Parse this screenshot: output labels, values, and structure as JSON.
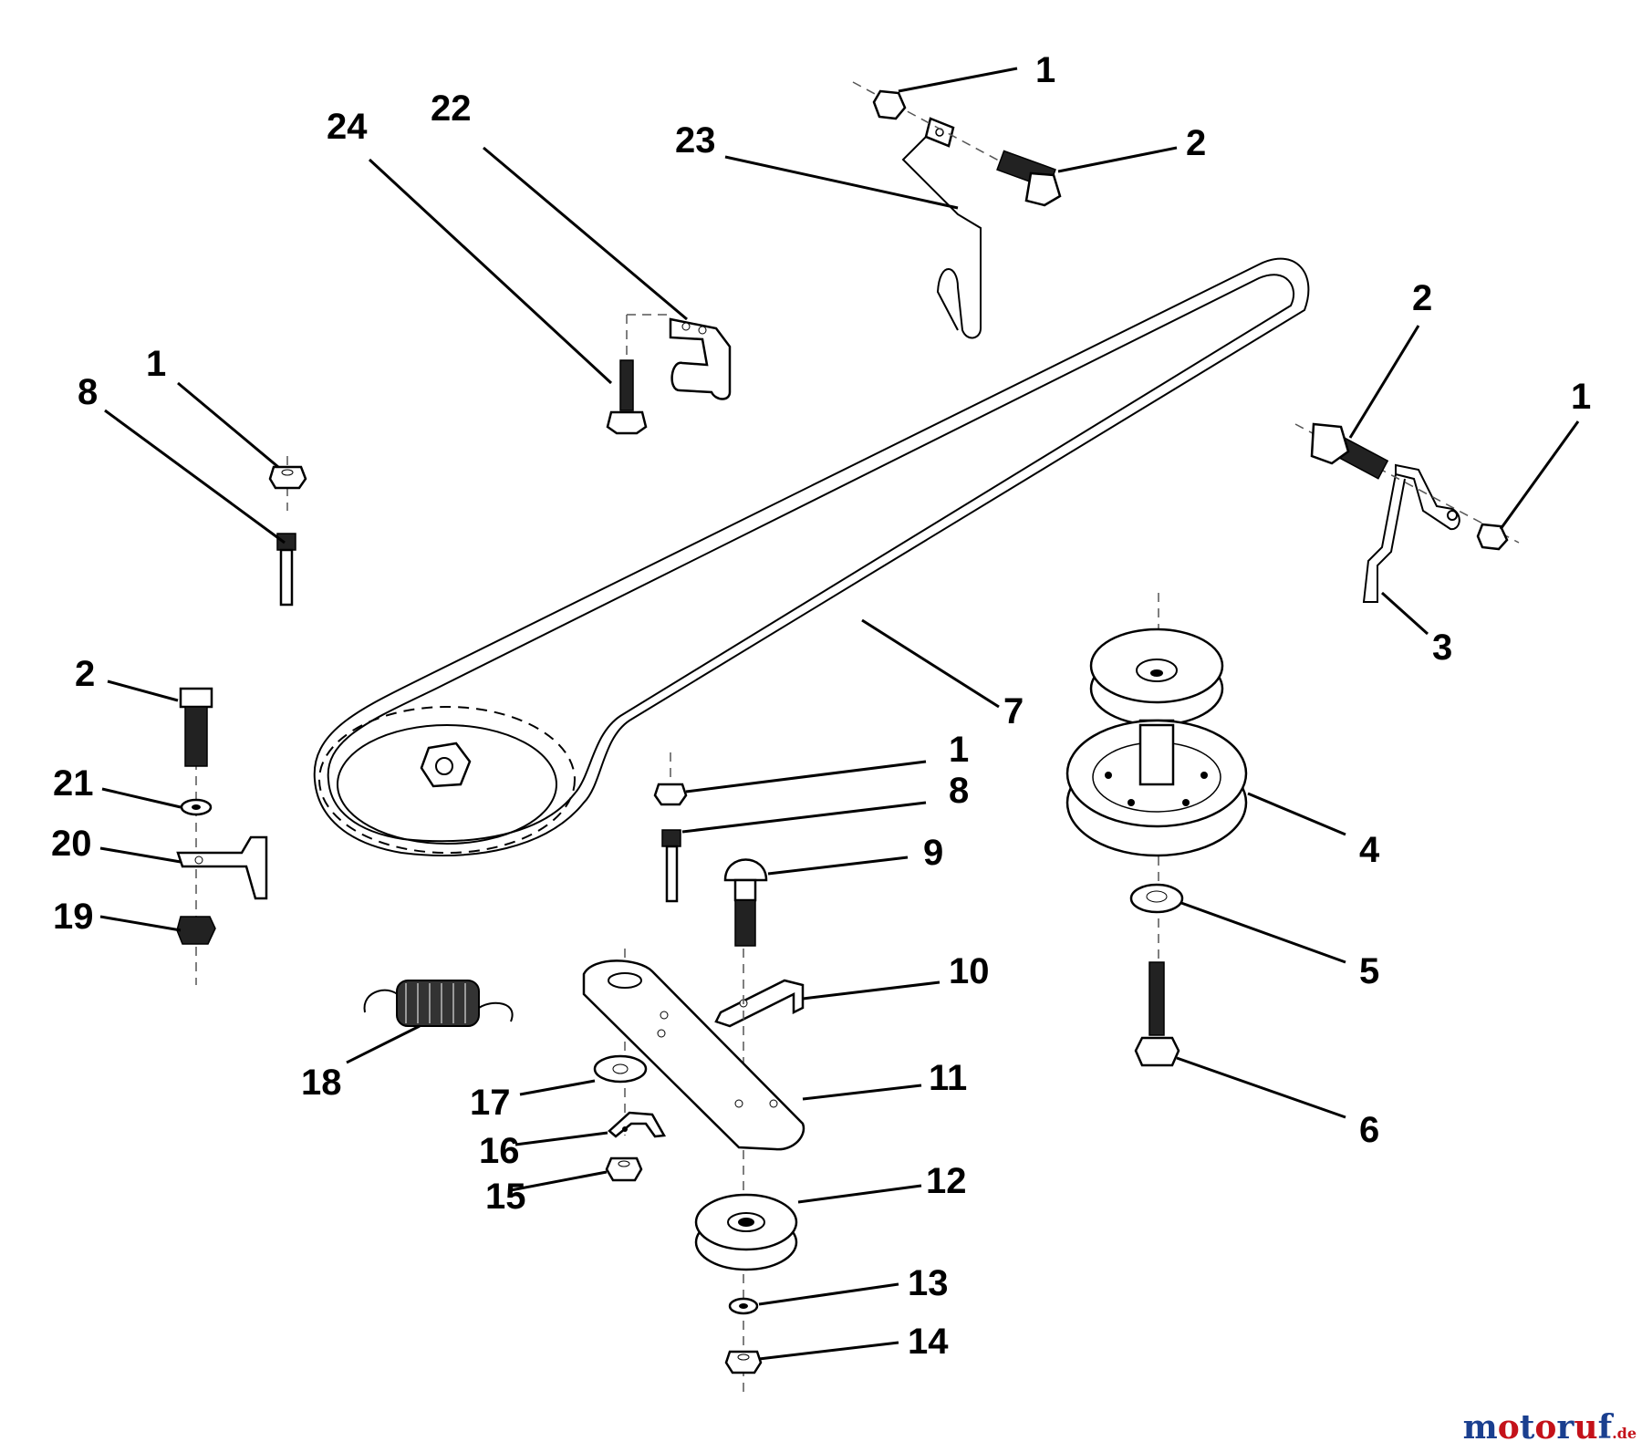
{
  "callouts": [
    "1",
    "2",
    "23",
    "24",
    "22",
    "1",
    "8",
    "2",
    "1",
    "3",
    "7",
    "4",
    "1",
    "8",
    "9",
    "5",
    "2",
    "21",
    "20",
    "19",
    "10",
    "18",
    "11",
    "6",
    "17",
    "16",
    "15",
    "12",
    "13",
    "14"
  ],
  "watermark": {
    "text": "motoruf",
    "suffix": ".de",
    "colors": [
      "#1a3f8f",
      "#c4121a",
      "#1a3f8f",
      "#c4121a",
      "#1a3f8f",
      "#c4121a",
      "#1a3f8f"
    ]
  }
}
